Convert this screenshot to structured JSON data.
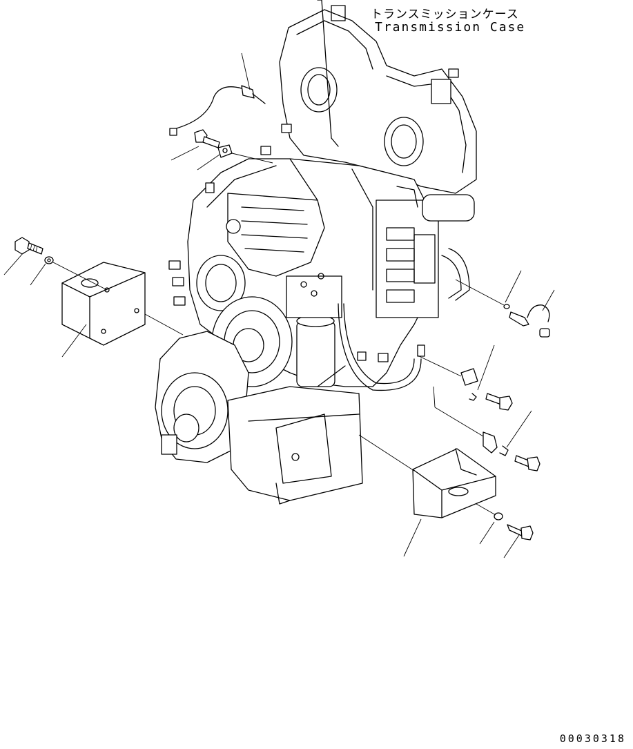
{
  "title": {
    "japanese": "トランスミッションケース",
    "english": "Transmission Case"
  },
  "drawing_number": "00030318",
  "colors": {
    "line": "#000000",
    "background": "#ffffff"
  }
}
